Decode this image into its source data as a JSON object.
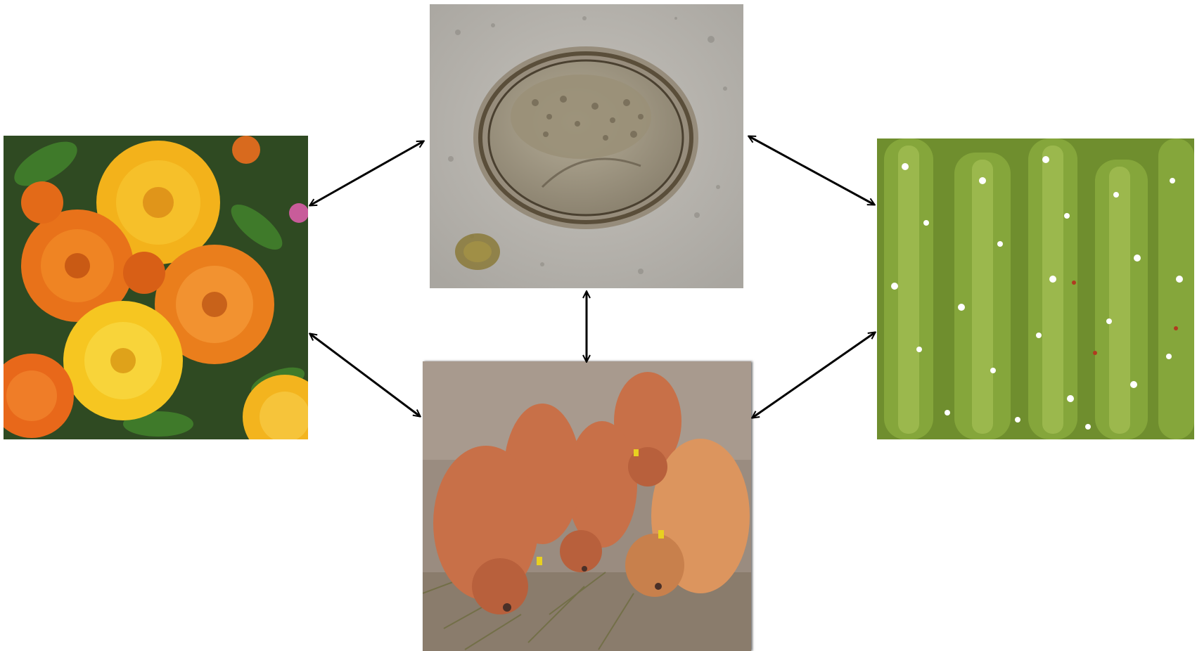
{
  "diagram": {
    "nodes": [
      {
        "id": "egg",
        "image": "parasite-egg-micrograph"
      },
      {
        "id": "flower",
        "image": "orange-yellow-marigold-flowers"
      },
      {
        "id": "herb",
        "image": "green-herb-white-flowers"
      },
      {
        "id": "pigs",
        "image": "red-woolly-pigs-feeding"
      }
    ],
    "edges": [
      {
        "from": "flower",
        "to": "egg",
        "arrow": "both"
      },
      {
        "from": "egg",
        "to": "herb",
        "arrow": "both"
      },
      {
        "from": "egg",
        "to": "pigs",
        "arrow": "both"
      },
      {
        "from": "flower",
        "to": "pigs",
        "arrow": "both"
      },
      {
        "from": "herb",
        "to": "pigs",
        "arrow": "both"
      }
    ],
    "colors": {
      "arrow": "#000000",
      "background": "#ffffff"
    }
  }
}
